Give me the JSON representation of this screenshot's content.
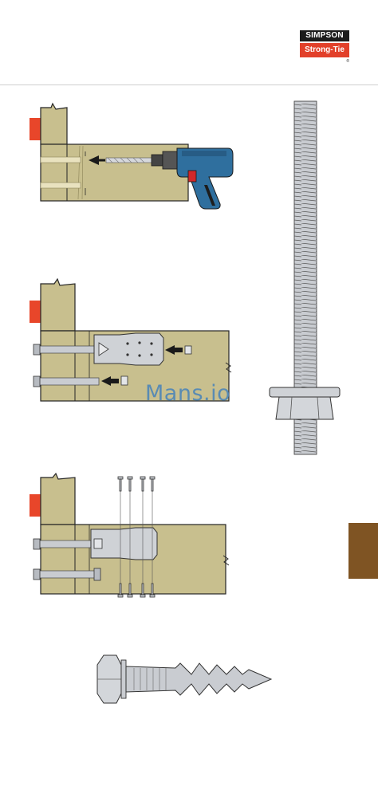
{
  "header": {
    "brand_top": "SIMPSON",
    "brand_bottom": "Strong-Tie",
    "registered": "®"
  },
  "watermark": {
    "text": "Mans.io"
  },
  "colors": {
    "wood": "#c8bf8e",
    "wood_line": "#262626",
    "step_tag": "#e8462a",
    "side_tab": "#7f5423",
    "drill_body": "#2f6f9e",
    "drill_red": "#d0282a",
    "metal": "#c9ccd1"
  },
  "icons": [
    "drill-icon",
    "threaded-rod-icon",
    "hex-nut-icon",
    "screw-icon",
    "arrow-left-icon"
  ]
}
